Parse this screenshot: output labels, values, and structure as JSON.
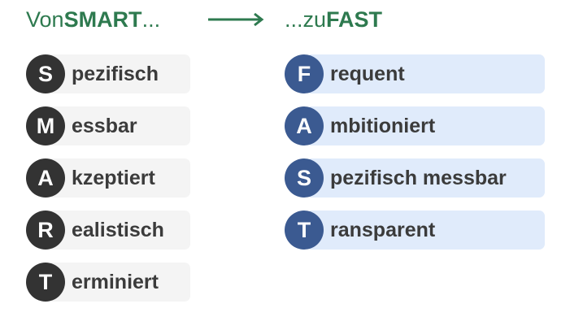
{
  "heading_left": {
    "prefix": "Von ",
    "emphasis": "SMART",
    "suffix": "..."
  },
  "heading_right": {
    "prefix": "...zu ",
    "emphasis": "FAST"
  },
  "smart_items": [
    {
      "letter": "S",
      "rest": "pezifisch"
    },
    {
      "letter": "M",
      "rest": "essbar"
    },
    {
      "letter": "A",
      "rest": "kzeptiert"
    },
    {
      "letter": "R",
      "rest": "ealistisch"
    },
    {
      "letter": "T",
      "rest": "erminiert"
    }
  ],
  "fast_items": [
    {
      "letter": "F",
      "rest": "requent"
    },
    {
      "letter": "A",
      "rest": "mbitioniert"
    },
    {
      "letter": "S",
      "rest": "pezifisch messbar"
    },
    {
      "letter": "T",
      "rest": "ransparent"
    }
  ],
  "colors": {
    "heading_green": "#2e7a4f",
    "smart_circle": "#333333",
    "smart_pill": "#f4f4f4",
    "fast_circle": "#3b5a91",
    "fast_pill": "#e0ebfb",
    "text": "#3b3b3b"
  },
  "icons": {
    "arrow": "right-arrow-icon"
  }
}
